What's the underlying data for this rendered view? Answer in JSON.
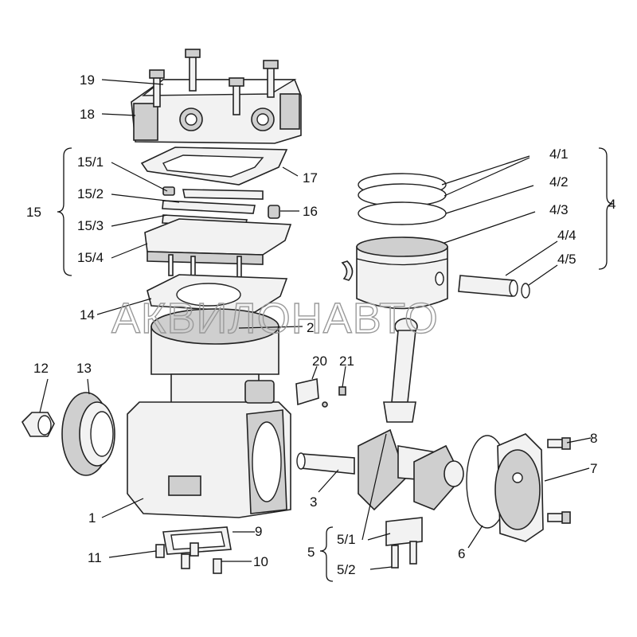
{
  "watermark": "АКВИЛОНАВТО",
  "callouts": {
    "c1": "1",
    "c2": "2",
    "c3": "3",
    "c4": "4",
    "c4_1": "4/1",
    "c4_2": "4/2",
    "c4_3": "4/3",
    "c4_4": "4/4",
    "c4_5": "4/5",
    "c5": "5",
    "c5_1": "5/1",
    "c5_2": "5/2",
    "c6": "6",
    "c7": "7",
    "c8": "8",
    "c9": "9",
    "c10": "10",
    "c11": "11",
    "c12": "12",
    "c13": "13",
    "c14": "14",
    "c15": "15",
    "c15_1": "15/1",
    "c15_2": "15/2",
    "c15_3": "15/3",
    "c15_4": "15/4",
    "c16": "16",
    "c17": "17",
    "c18": "18",
    "c19": "19",
    "c20": "20",
    "c21": "21"
  }
}
